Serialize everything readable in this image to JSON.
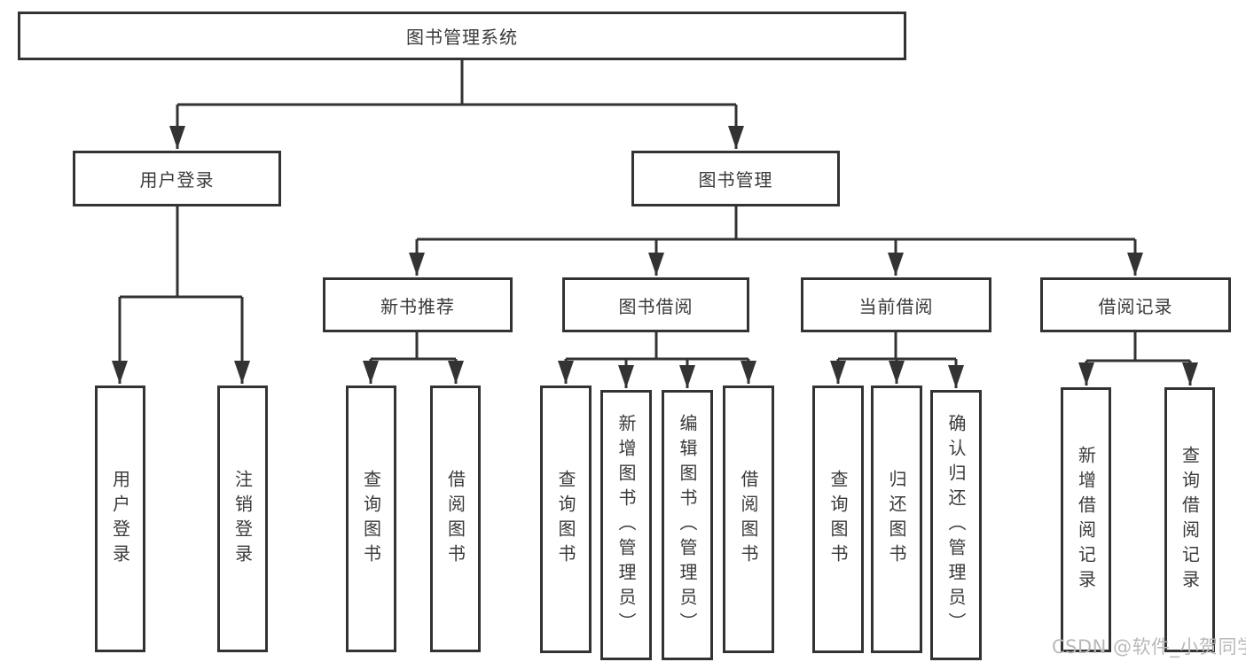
{
  "diagram": {
    "root": {
      "label": "图书管理系统"
    },
    "level2": [
      {
        "id": "user-login",
        "label": "用户登录"
      },
      {
        "id": "book-management",
        "label": "图书管理"
      }
    ],
    "level3": [
      {
        "id": "new-book-recommend",
        "label": "新书推荐"
      },
      {
        "id": "book-borrowing",
        "label": "图书借阅"
      },
      {
        "id": "current-borrowing",
        "label": "当前借阅"
      },
      {
        "id": "borrowing-records",
        "label": "借阅记录"
      }
    ],
    "leaves": {
      "user_login": [
        {
          "label": "用户登录"
        },
        {
          "label": "注销登录"
        }
      ],
      "new_book_recommend": [
        {
          "label": "查询图书"
        },
        {
          "label": "借阅图书"
        }
      ],
      "book_borrowing": [
        {
          "label": "查询图书"
        },
        {
          "label": "新增图书（管理员）"
        },
        {
          "label": "编辑图书（管理员）"
        },
        {
          "label": "借阅图书"
        }
      ],
      "current_borrowing": [
        {
          "label": "查询图书"
        },
        {
          "label": "归还图书"
        },
        {
          "label": "确认归还（管理员）"
        }
      ],
      "borrowing_records": [
        {
          "label": "新增借阅记录"
        },
        {
          "label": "查询借阅记录"
        }
      ]
    },
    "watermark": {
      "text": "CSDN @软件_小贺同学"
    },
    "colors": {
      "line": "#333333",
      "box_border": "#333333",
      "text": "#3a3a3a",
      "watermark": "#b9b9b9",
      "background": "#ffffff"
    }
  }
}
